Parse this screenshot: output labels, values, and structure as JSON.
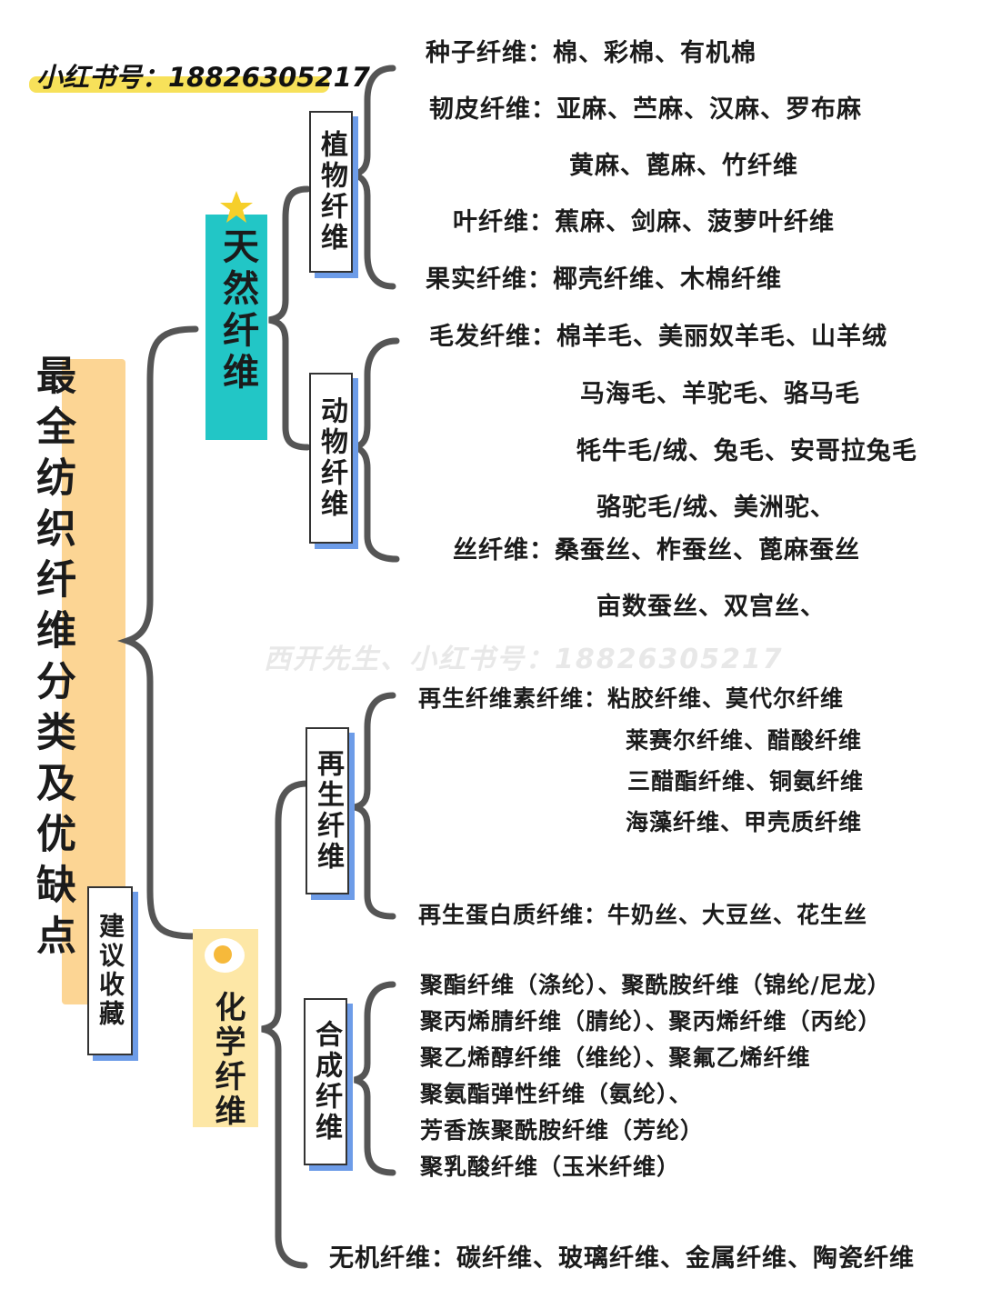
{
  "account_label": "小红书号：18826305217",
  "watermark": "西开先生、小红书号：18826305217",
  "title": "最全纺织纤维分类及优缺点",
  "save_hint": "建议收藏",
  "natural": {
    "label": "天然纤维",
    "plant": {
      "label": "植物纤维",
      "lines": [
        "种子纤维：棉、彩棉、有机棉",
        "韧皮纤维：亚麻、苎麻、汉麻、罗布麻",
        "黄麻、蓖麻、竹纤维",
        "叶纤维：蕉麻、剑麻、菠萝叶纤维",
        "果实纤维：椰壳纤维、木棉纤维"
      ]
    },
    "animal": {
      "label": "动物纤维",
      "lines": [
        "毛发纤维：棉羊毛、美丽奴羊毛、山羊绒",
        "马海毛、羊驼毛、骆马毛",
        "牦牛毛/绒、兔毛、安哥拉兔毛",
        "骆驼毛/绒、美洲驼、",
        "丝纤维：桑蚕丝、柞蚕丝、蓖麻蚕丝",
        "亩数蚕丝、双宫丝、"
      ]
    }
  },
  "chemical": {
    "label": "化学纤维",
    "regenerated": {
      "label": "再生纤维",
      "lines": [
        "再生纤维素纤维：粘胶纤维、莫代尔纤维",
        "莱赛尔纤维、醋酸纤维",
        "三醋酯纤维、铜氨纤维",
        "海藻纤维、甲壳质纤维",
        "再生蛋白质纤维：牛奶丝、大豆丝、花生丝"
      ]
    },
    "synthetic": {
      "label": "合成纤维",
      "lines": [
        "聚酯纤维（涤纶）、聚酰胺纤维（锦纶/尼龙）",
        "聚丙烯腈纤维（腈纶）、聚丙烯纤维（丙纶）",
        "聚乙烯醇纤维（维纶）、聚氟乙烯纤维",
        "聚氨酯弹性纤维（氨纶）、",
        "芳香族聚酰胺纤维（芳纶）",
        "聚乳酸纤维（玉米纤维）"
      ]
    },
    "inorganic": "无机纤维：碳纤维、玻璃纤维、金属纤维、陶瓷纤维"
  },
  "colors": {
    "teal_tag": "#22c6c6",
    "yellow_tag": "#fde7a6",
    "title_bar": "#fcd594",
    "box_shadow": "#6d9ce8",
    "brace": "#555555"
  }
}
